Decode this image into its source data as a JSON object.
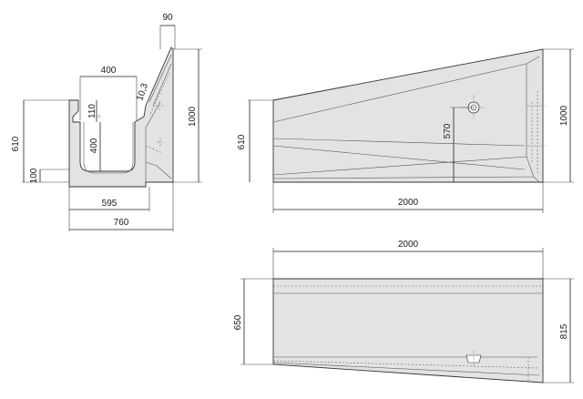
{
  "section_view": {
    "dims": {
      "top_width": "90",
      "channel_width": "400",
      "slope": "10,3",
      "wall_height": "110",
      "channel_depth": "400",
      "left_height": "610",
      "base_height": "100",
      "total_height": "1000",
      "inner_width": "595",
      "total_width": "760"
    }
  },
  "side_view": {
    "dims": {
      "left_height": "610",
      "hole_height": "570",
      "right_height": "1000",
      "length": "2000"
    }
  },
  "top_view": {
    "dims": {
      "length": "2000",
      "left_width": "650",
      "right_width": "815"
    }
  }
}
